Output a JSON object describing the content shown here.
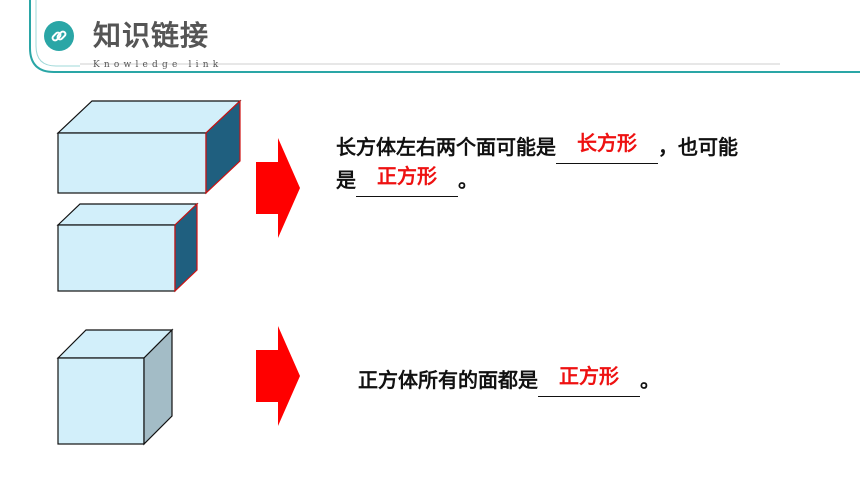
{
  "header": {
    "title": "知识链接",
    "subtitle": "Knowledge link"
  },
  "sentence1": {
    "before": "长方体左右两个面可能是",
    "answer1": "长方形",
    "middle": "，也可能",
    "line2_before": "是",
    "answer2": "正方形",
    "end": "。"
  },
  "sentence2": {
    "before": "正方体所有的面都是",
    "answer": "正方形",
    "end": "。"
  },
  "colors": {
    "teal": "#2aa6a6",
    "face_light": "#d2effa",
    "face_dark_side": "#1f5f7f",
    "cube_side": "#a3bcc6",
    "arrow": "#ff0000",
    "answer": "#ee1111"
  }
}
